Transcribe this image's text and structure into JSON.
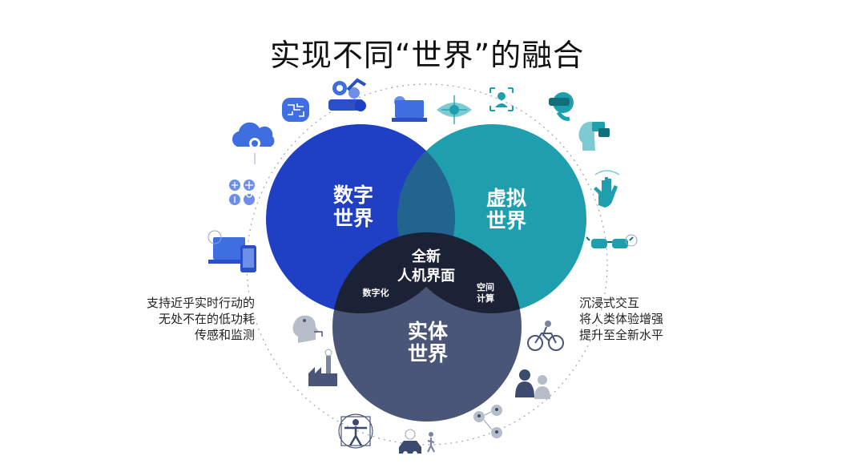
{
  "title": "实现不同“世界”的融合",
  "circles": {
    "digital": {
      "line1": "数字",
      "line2": "世界",
      "color": "#1f3fc4"
    },
    "virtual": {
      "line1": "虚拟",
      "line2": "世界",
      "color": "#1f9fae"
    },
    "physical": {
      "line1": "实体",
      "line2": "世界",
      "color": "#3d4a70"
    }
  },
  "center": {
    "line1": "全新",
    "line2": "人机界面"
  },
  "overlaps": {
    "digitization": "数字化",
    "spatial_line1": "空间",
    "spatial_line2": "计算"
  },
  "left_text": [
    "支持近乎实时行动的",
    "无处不在的低功耗",
    "传感和监测"
  ],
  "right_text": [
    "沉浸式交互",
    "将人类体验增强",
    "提升至全新水平"
  ],
  "icons": {
    "digital_group": [
      "cloud-brain-icon",
      "brain-chip-icon",
      "robot-gears-icon",
      "person-laptop-icon",
      "sensor-grid-icon",
      "laptop-phone-icon"
    ],
    "virtual_group": [
      "eye-target-icon",
      "person-scan-icon",
      "vr-headset-icon",
      "head-chat-icon",
      "hand-gesture-icon",
      "ar-glasses-icon"
    ],
    "physical_group": [
      "head-signal-icon",
      "factory-icon",
      "vitruvian-man-icon",
      "car-pedestrian-icon",
      "people-network-icon",
      "couple-icon",
      "cyclist-icon"
    ]
  }
}
